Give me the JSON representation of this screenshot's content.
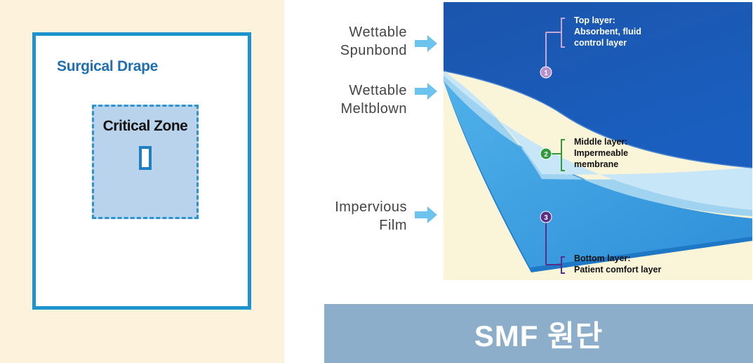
{
  "drape": {
    "title": "Surgical Drape",
    "critical_zone": "Critical Zone"
  },
  "labels": {
    "spunbond": [
      "Wettable",
      "Spunbond"
    ],
    "meltblown": [
      "Wettable",
      "Meltblown"
    ],
    "film": [
      "Impervious",
      "Film"
    ]
  },
  "layers": {
    "top": {
      "number": "1",
      "lines": [
        "Top layer:",
        "Absorbent, fluid",
        "control layer"
      ],
      "color": "#c9a6d8"
    },
    "middle": {
      "number": "2",
      "lines": [
        "Middle layer:",
        "Impermeable",
        "membrane"
      ],
      "color": "#2f9b3a"
    },
    "bottom": {
      "number": "3",
      "lines": [
        "Bottom layer:",
        "Patient comfort layer"
      ],
      "color": "#5a2d8a"
    }
  },
  "caption": "SMF 원단",
  "colors": {
    "accent_blue": "#1e94cf",
    "panel_bg": "#fdf3dd",
    "caption_bg": "#8daecb",
    "arrow": "#6cc3ee"
  }
}
